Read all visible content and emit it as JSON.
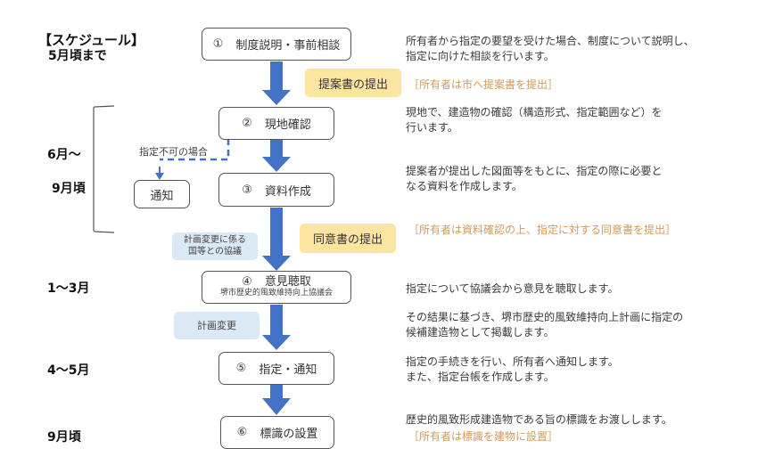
{
  "schedule": {
    "title": "【スケジュール】",
    "labels": [
      "5月頃まで",
      "6月～",
      "9月頃",
      "1～3月",
      "4～5月",
      "9月頃"
    ]
  },
  "steps": [
    {
      "num": "①",
      "label": "制度説明・事前相談"
    },
    {
      "num": "②",
      "label": "現地確認"
    },
    {
      "num": "③",
      "label": "資料作成"
    },
    {
      "num": "④",
      "label": "意見聴取",
      "sub": "堺市歴史的風致維持向上協議会"
    },
    {
      "num": "⑤",
      "label": "指定・通知"
    },
    {
      "num": "⑥",
      "label": "標識の設置"
    }
  ],
  "branch": {
    "label": "指定不可の場合",
    "result": "通知"
  },
  "yellow_notes": [
    "提案書の提出",
    "同意書の提出"
  ],
  "blue_notes": {
    "consult_line1": "計画変更に係る",
    "consult_line2": "国等との協議",
    "plan_change": "計画変更"
  },
  "descriptions": {
    "d1_line1": "所有者から指定の要望を受けた場合、制度について説明し、",
    "d1_line2": "指定に向けた相談を行います。",
    "n1": "［所有者は市へ提案書を提出］",
    "d2_line1": "現地で、建造物の確認（構造形式、指定範囲など）を",
    "d2_line2": "行います。",
    "d3_line1": "提案者が提出した図面等をもとに、指定の際に必要と",
    "d3_line2": "なる資料を作成します。",
    "n2": "［所有者は資料確認の上、指定に対する同意書を提出］",
    "d4": "指定について協議会から意見を聴取します。",
    "d5_line1": "その結果に基づき、堺市歴史的風致維持向上計画に指定の",
    "d5_line2": "候補建造物として掲載します。",
    "d6_line1": "指定の手続きを行い、所有者へ通知します。",
    "d6_line2": "また、指定台帳を作成します。",
    "d7": "歴史的風致形成建造物である旨の標識をお渡しします。",
    "n3": "［所有者は標識を建物に設置］"
  },
  "colors": {
    "arrow": "#4472c4",
    "yellow": "#fce5a1",
    "blue_note": "#dbe8f5",
    "bracket_text": "#d19a5e"
  }
}
